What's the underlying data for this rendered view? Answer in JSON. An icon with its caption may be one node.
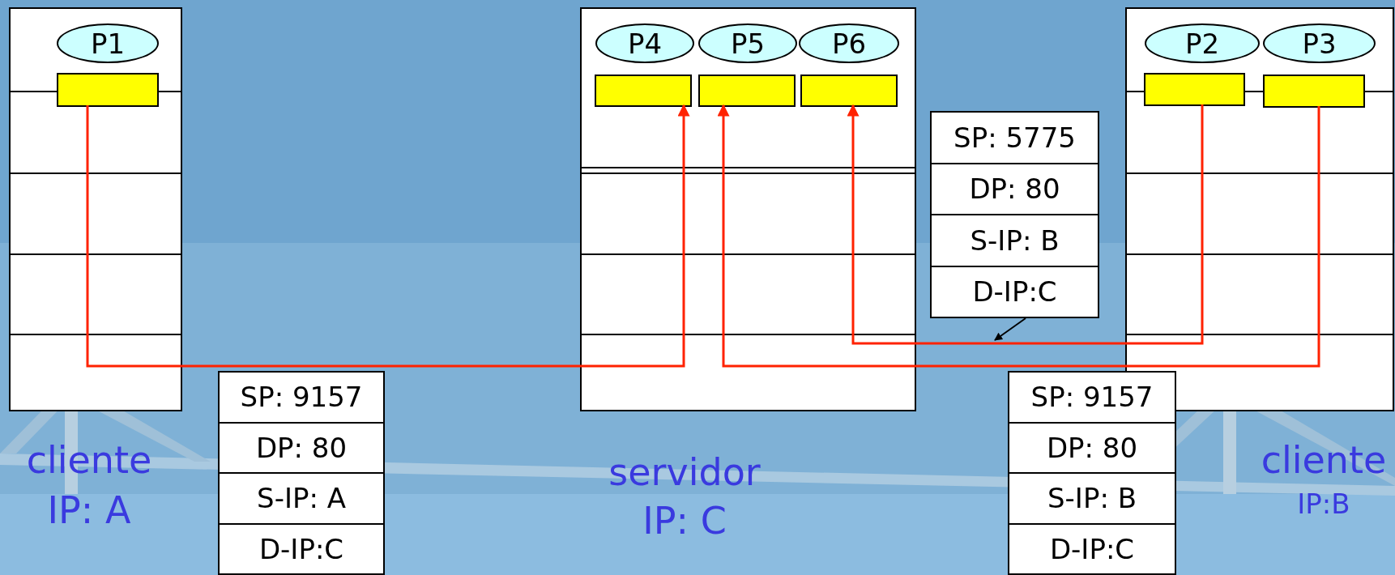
{
  "diagram": {
    "nodes": [
      {
        "text": [],
        "shape": "box",
        "beside": [
          "cliente",
          "IP: A"
        ]
      },
      {
        "text": [
          "P1"
        ],
        "in": 0
      },
      {
        "text": [],
        "shape": "box",
        "in": 0
      },
      {
        "text": [],
        "shape": "box",
        "beside": [
          "servidor",
          "IP: C"
        ]
      },
      {
        "text": [
          "P4"
        ],
        "in": 3
      },
      {
        "text": [
          "P5"
        ],
        "in": 3
      },
      {
        "text": [
          "P6"
        ],
        "in": 3
      },
      {
        "text": [],
        "shape": "box",
        "in": 3
      },
      {
        "text": [],
        "shape": "box",
        "in": 3
      },
      {
        "text": [],
        "shape": "box",
        "in": 3
      },
      {
        "text": [],
        "shape": "box",
        "beside": [
          "cliente",
          "IP:B"
        ]
      },
      {
        "text": [
          "P2"
        ],
        "in": 10
      },
      {
        "text": [
          "P3"
        ],
        "in": 10
      },
      {
        "text": [],
        "shape": "box",
        "in": 10
      },
      {
        "text": [],
        "shape": "box",
        "in": 10
      },
      {
        "text": [
          "SP: 9157",
          "DP: 80",
          "S-IP: A",
          "D-IP:C"
        ]
      },
      {
        "text": [
          "SP: 5775",
          "DP: 80",
          "S-IP: B",
          "D-IP:C"
        ]
      },
      {
        "text": [
          "SP: 9157",
          "DP: 80",
          "S-IP: B",
          "D-IP:C"
        ]
      }
    ],
    "edges": [
      {
        "from": 2,
        "to": 7,
        "arrow": "to"
      },
      {
        "from": 14,
        "to": 8,
        "arrow": "to"
      },
      {
        "from": 13,
        "to": 9,
        "arrow": "to"
      },
      {
        "from": 16,
        "to": null,
        "arrow": "to",
        "color": "#000000"
      }
    ]
  }
}
